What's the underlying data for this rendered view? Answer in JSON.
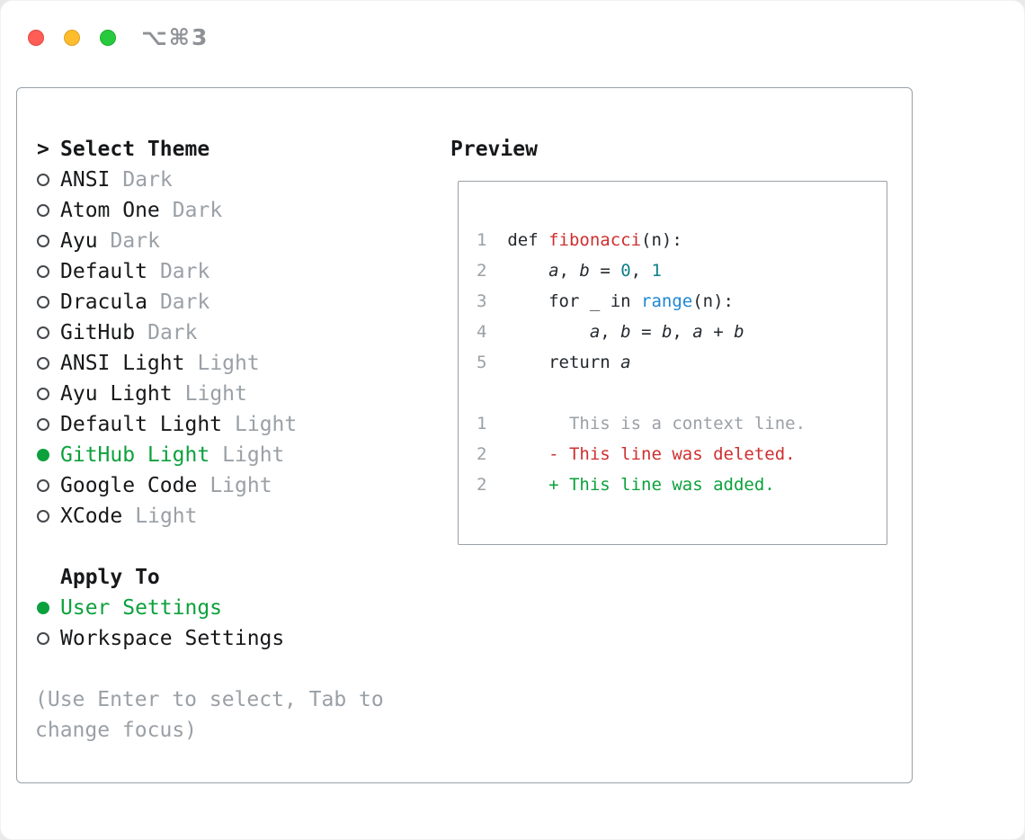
{
  "window": {
    "title": "⌥⌘3",
    "buttons": [
      {
        "name": "close",
        "color": "#ff5d55",
        "border": "#e14942"
      },
      {
        "name": "minimize",
        "color": "#ffbd2e",
        "border": "#e0a124"
      },
      {
        "name": "zoom",
        "color": "#27c93f",
        "border": "#1dad2b"
      }
    ]
  },
  "theme_selector": {
    "prompt": ">",
    "title": "Select Theme",
    "items": [
      {
        "name": "ANSI",
        "variant": "Dark",
        "selected": false
      },
      {
        "name": "Atom One",
        "variant": "Dark",
        "selected": false
      },
      {
        "name": "Ayu",
        "variant": "Dark",
        "selected": false
      },
      {
        "name": "Default",
        "variant": "Dark",
        "selected": false
      },
      {
        "name": "Dracula",
        "variant": "Dark",
        "selected": false
      },
      {
        "name": "GitHub",
        "variant": "Dark",
        "selected": false
      },
      {
        "name": "ANSI Light",
        "variant": "Light",
        "selected": false
      },
      {
        "name": "Ayu Light",
        "variant": "Light",
        "selected": false
      },
      {
        "name": "Default Light",
        "variant": "Light",
        "selected": false
      },
      {
        "name": "GitHub Light",
        "variant": "Light",
        "selected": true
      },
      {
        "name": "Google Code",
        "variant": "Light",
        "selected": false
      },
      {
        "name": "XCode",
        "variant": "Light",
        "selected": false
      }
    ]
  },
  "apply_to": {
    "title": "Apply To",
    "options": [
      {
        "label": "User Settings",
        "selected": true
      },
      {
        "label": "Workspace Settings",
        "selected": false
      }
    ]
  },
  "hint": "(Use Enter to select, Tab to change focus)",
  "preview": {
    "title": "Preview",
    "lines": [
      {
        "num": "1",
        "segments": [
          {
            "t": "def ",
            "c": "plain"
          },
          {
            "t": "fibonacci",
            "c": "red"
          },
          {
            "t": "(n):",
            "c": "plain"
          }
        ]
      },
      {
        "num": "2",
        "segments": [
          {
            "t": "    ",
            "c": "plain"
          },
          {
            "t": "a",
            "c": "var"
          },
          {
            "t": ", ",
            "c": "plain"
          },
          {
            "t": "b",
            "c": "var"
          },
          {
            "t": " = ",
            "c": "plain"
          },
          {
            "t": "0",
            "c": "teal"
          },
          {
            "t": ", ",
            "c": "plain"
          },
          {
            "t": "1",
            "c": "teal"
          }
        ]
      },
      {
        "num": "3",
        "segments": [
          {
            "t": "    for _ in ",
            "c": "plain"
          },
          {
            "t": "range",
            "c": "blue"
          },
          {
            "t": "(n):",
            "c": "plain"
          }
        ]
      },
      {
        "num": "4",
        "segments": [
          {
            "t": "        ",
            "c": "plain"
          },
          {
            "t": "a",
            "c": "var"
          },
          {
            "t": ", ",
            "c": "plain"
          },
          {
            "t": "b",
            "c": "var"
          },
          {
            "t": " = ",
            "c": "plain"
          },
          {
            "t": "b",
            "c": "var"
          },
          {
            "t": ", ",
            "c": "plain"
          },
          {
            "t": "a",
            "c": "var"
          },
          {
            "t": " + ",
            "c": "plain"
          },
          {
            "t": "b",
            "c": "var"
          }
        ]
      },
      {
        "num": "5",
        "segments": [
          {
            "t": "    return ",
            "c": "plain"
          },
          {
            "t": "a",
            "c": "var"
          }
        ]
      },
      {
        "num": "",
        "segments": []
      },
      {
        "num": "1",
        "segments": [
          {
            "t": "      This is a context line.",
            "c": "gray"
          }
        ]
      },
      {
        "num": "2",
        "segments": [
          {
            "t": "    - This line was deleted.",
            "c": "del"
          }
        ]
      },
      {
        "num": "2",
        "segments": [
          {
            "t": "    + This line was added.",
            "c": "add"
          }
        ]
      }
    ]
  },
  "colors": {
    "green": "#0ca13c",
    "muted": "#9aa0a6",
    "red": "#cf2f2f",
    "teal": "#0e7f8a",
    "blue": "#1e87d4",
    "text": "#17181a",
    "border": "#98a0a8"
  }
}
